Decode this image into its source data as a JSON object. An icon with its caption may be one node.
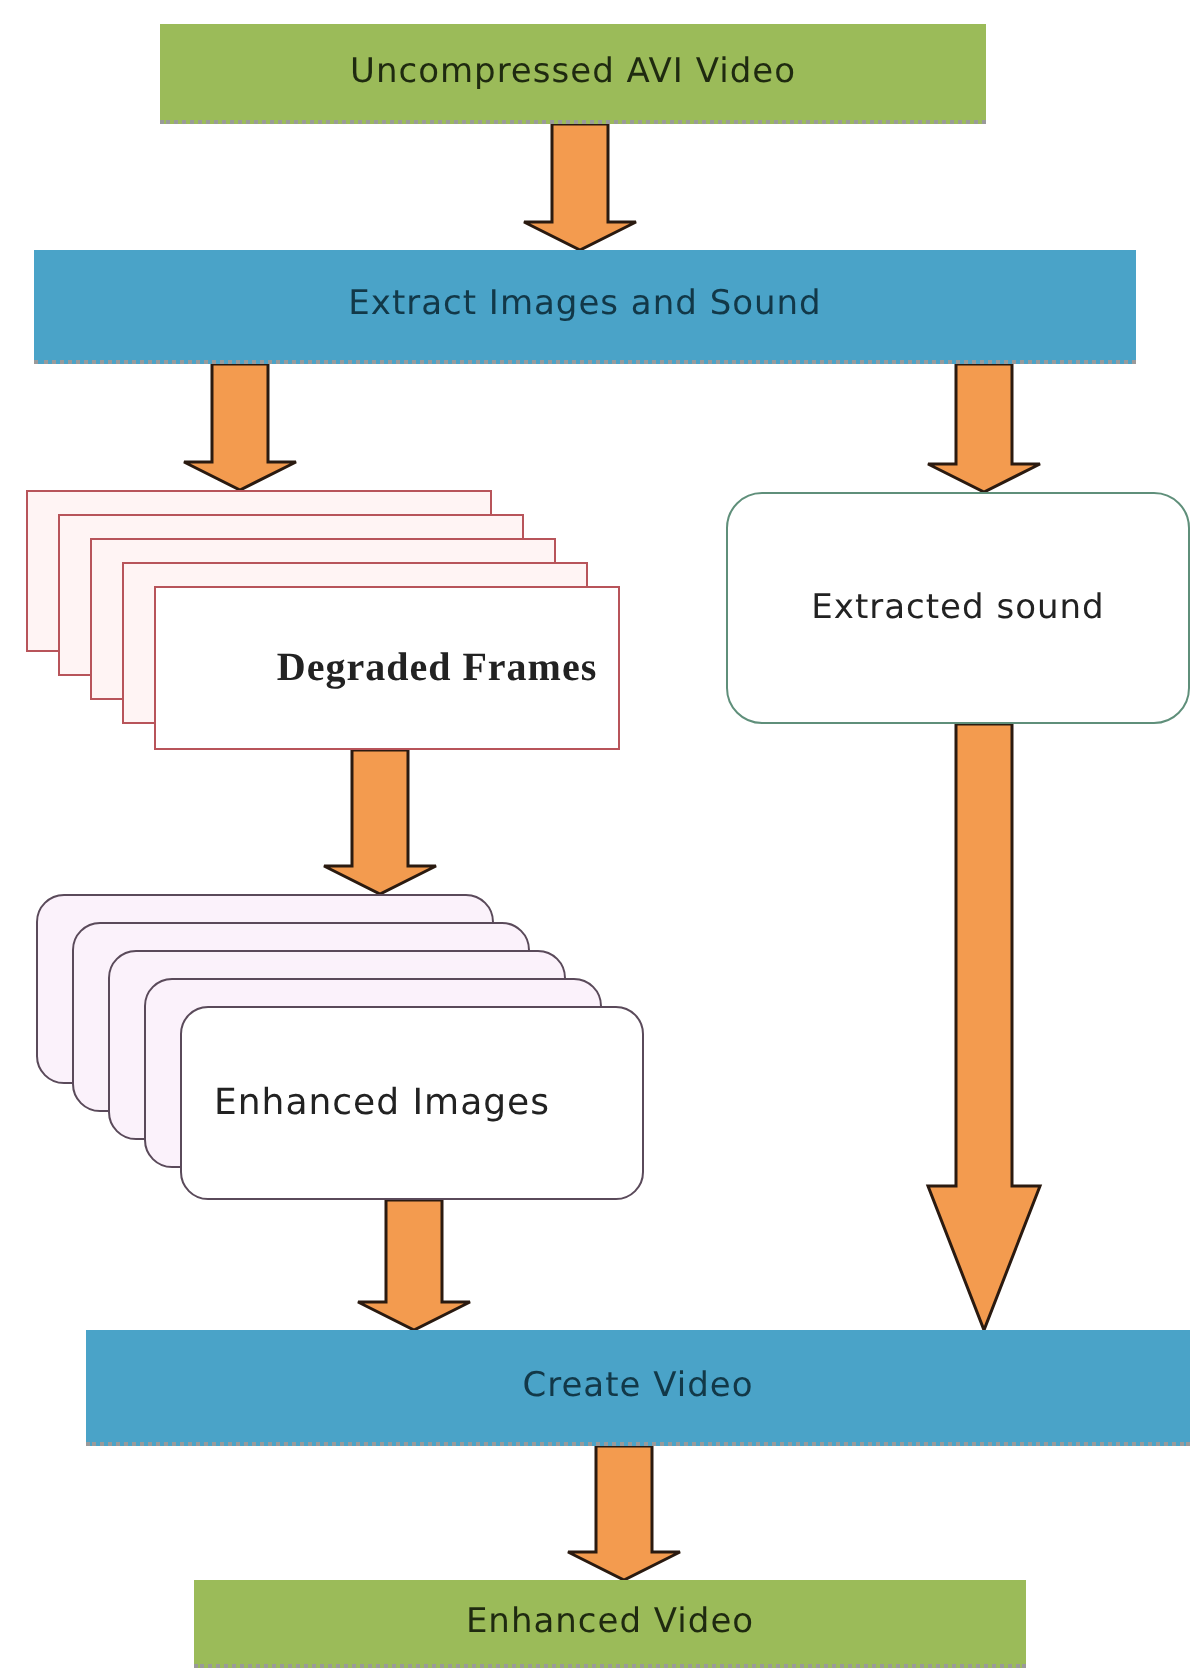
{
  "diagram": {
    "nodes": [
      {
        "text": [
          "Uncompressed AVI Video"
        ]
      },
      {
        "text": [
          "Extract Images and Sound"
        ]
      },
      {
        "text": [
          "Degraded Frames"
        ]
      },
      {
        "text": [
          "Extracted sound"
        ]
      },
      {
        "text": [
          "Enhanced Images"
        ]
      },
      {
        "text": [
          "Create Video"
        ]
      },
      {
        "text": [
          "Enhanced Video"
        ]
      }
    ],
    "edges": [
      {
        "from": 0,
        "to": 1,
        "arrow": "to"
      },
      {
        "from": 1,
        "to": 2,
        "arrow": "to"
      },
      {
        "from": 1,
        "to": 3,
        "arrow": "to"
      },
      {
        "from": 2,
        "to": 4,
        "arrow": "to"
      },
      {
        "from": 3,
        "to": 5,
        "arrow": "to"
      },
      {
        "from": 4,
        "to": 5,
        "arrow": "to"
      },
      {
        "from": 5,
        "to": 6,
        "arrow": "to"
      }
    ]
  }
}
